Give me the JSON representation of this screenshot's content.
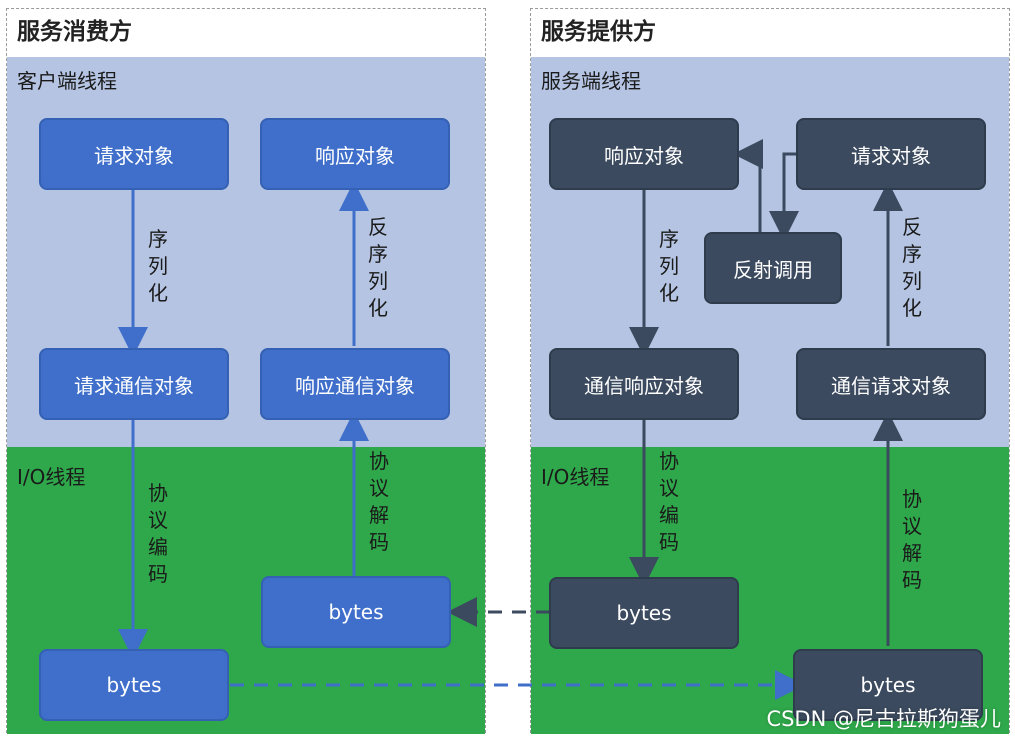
{
  "left": {
    "title": "服务消费方",
    "blue_zone_label": "客户端线程",
    "green_zone_label": "I/O线程",
    "nodes": {
      "request_object": "请求对象",
      "response_object": "响应对象",
      "request_comm_object": "请求通信对象",
      "response_comm_object": "响应通信对象",
      "bytes_in": "bytes",
      "bytes_out": "bytes"
    },
    "edges": {
      "serialize": "序列化",
      "deserialize": "反序列化",
      "encode": "协议编码",
      "decode": "协议解码"
    }
  },
  "right": {
    "title": "服务提供方",
    "blue_zone_label": "服务端线程",
    "green_zone_label": "I/O线程",
    "nodes": {
      "response_object": "响应对象",
      "request_object": "请求对象",
      "reflect_call": "反射调用",
      "comm_response_object": "通信响应对象",
      "comm_request_object": "通信请求对象",
      "bytes_out": "bytes",
      "bytes_in": "bytes"
    },
    "edges": {
      "serialize": "序列化",
      "deserialize": "反序列化",
      "encode": "协议编码",
      "decode": "协议解码"
    }
  },
  "watermark": "CSDN @尼古拉斯狗蛋儿",
  "colors": {
    "blue_zone": "#b4c4e2",
    "green_zone": "#2ea84a",
    "blue_node": "#3f6fca",
    "dark_node": "#3b4a5e"
  }
}
